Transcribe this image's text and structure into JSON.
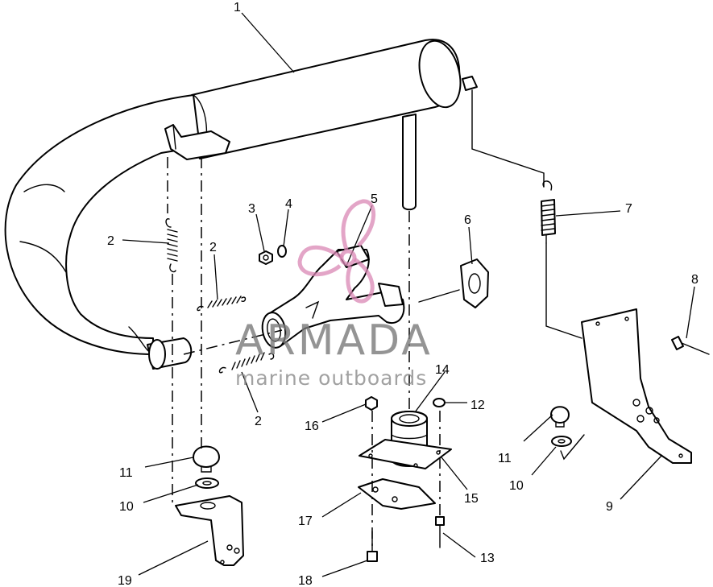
{
  "callouts": [
    {
      "id": "c1",
      "label": "1"
    },
    {
      "id": "c2a",
      "label": "2"
    },
    {
      "id": "c2b",
      "label": "2"
    },
    {
      "id": "c2c",
      "label": "2"
    },
    {
      "id": "c3",
      "label": "3"
    },
    {
      "id": "c4",
      "label": "4"
    },
    {
      "id": "c5",
      "label": "5"
    },
    {
      "id": "c6",
      "label": "6"
    },
    {
      "id": "c7",
      "label": "7"
    },
    {
      "id": "c8",
      "label": "8"
    },
    {
      "id": "c9",
      "label": "9"
    },
    {
      "id": "c10a",
      "label": "10"
    },
    {
      "id": "c10b",
      "label": "10"
    },
    {
      "id": "c11a",
      "label": "11"
    },
    {
      "id": "c11b",
      "label": "11"
    },
    {
      "id": "c12",
      "label": "12"
    },
    {
      "id": "c13",
      "label": "13"
    },
    {
      "id": "c14",
      "label": "14"
    },
    {
      "id": "c15",
      "label": "15"
    },
    {
      "id": "c16",
      "label": "16"
    },
    {
      "id": "c17",
      "label": "17"
    },
    {
      "id": "c18",
      "label": "18"
    },
    {
      "id": "c19",
      "label": "19"
    }
  ],
  "watermark": {
    "brand": "ARMADA",
    "tagline": "marine outboards",
    "logo_color": "#d987b4",
    "logo_icon": "propeller-logo-icon"
  }
}
